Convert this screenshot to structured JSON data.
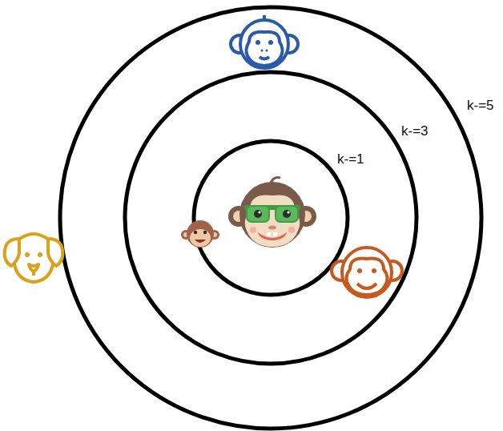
{
  "diagram": {
    "labels": [
      "k-=1",
      "k-=3",
      "k-=5"
    ]
  }
}
